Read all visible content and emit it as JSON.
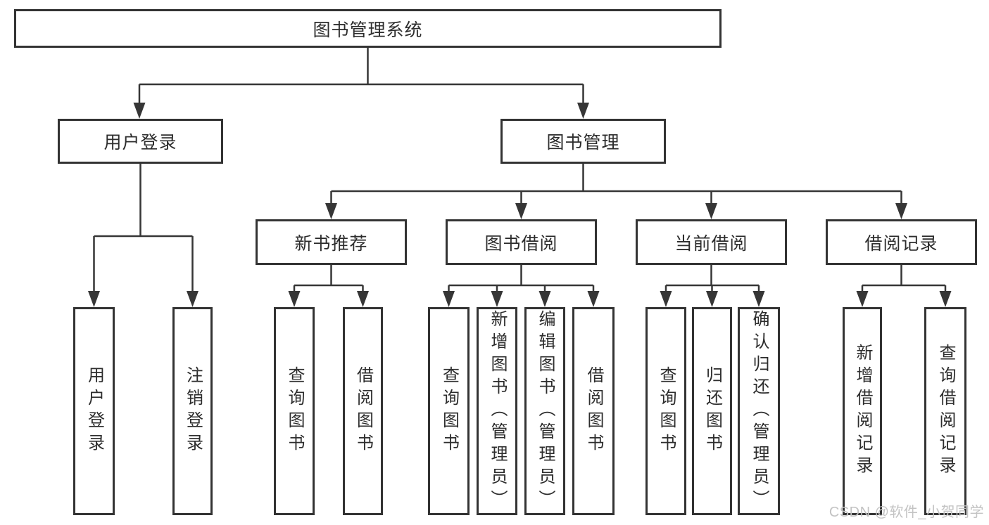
{
  "diagram": {
    "root": {
      "label": "图书管理系统"
    },
    "branches": [
      {
        "label": "用户登录",
        "children": [
          {
            "label": "用户登录"
          },
          {
            "label": "注销登录"
          }
        ]
      },
      {
        "label": "图书管理",
        "children": [
          {
            "label": "新书推荐",
            "children": [
              {
                "label": "查询图书"
              },
              {
                "label": "借阅图书"
              }
            ]
          },
          {
            "label": "图书借阅",
            "children": [
              {
                "label": "查询图书"
              },
              {
                "label": "新增图书（管理员）"
              },
              {
                "label": "编辑图书（管理员）"
              },
              {
                "label": "借阅图书"
              }
            ]
          },
          {
            "label": "当前借阅",
            "children": [
              {
                "label": "查询图书"
              },
              {
                "label": "归还图书"
              },
              {
                "label": "确认归还（管理员）"
              }
            ]
          },
          {
            "label": "借阅记录",
            "children": [
              {
                "label": "新增借阅记录"
              },
              {
                "label": "查询借阅记录"
              }
            ]
          }
        ]
      }
    ]
  },
  "watermark": {
    "text": "CSDN @软件_小贺同学"
  },
  "colors": {
    "line": "#363636",
    "box_border": "#333333",
    "text": "#2d2d2d",
    "watermark": "#c3c3c3",
    "background": "#ffffff"
  }
}
